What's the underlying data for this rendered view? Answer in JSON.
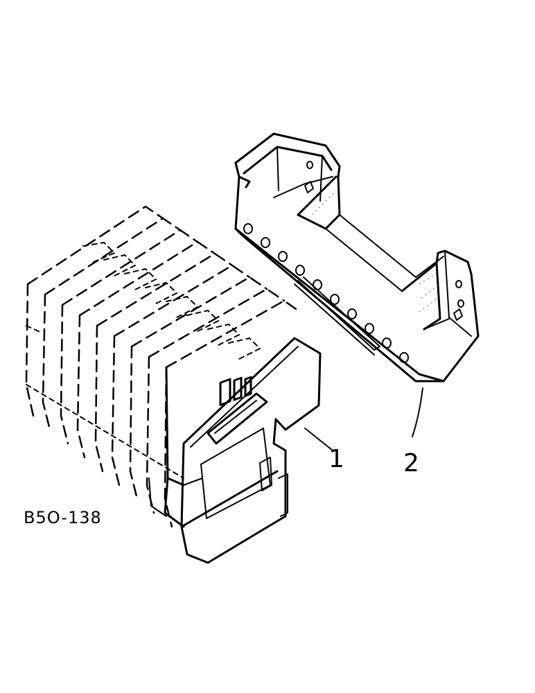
{
  "figure": {
    "code": "B5O-138",
    "callouts": [
      {
        "label": "1"
      },
      {
        "label": "2"
      }
    ]
  }
}
